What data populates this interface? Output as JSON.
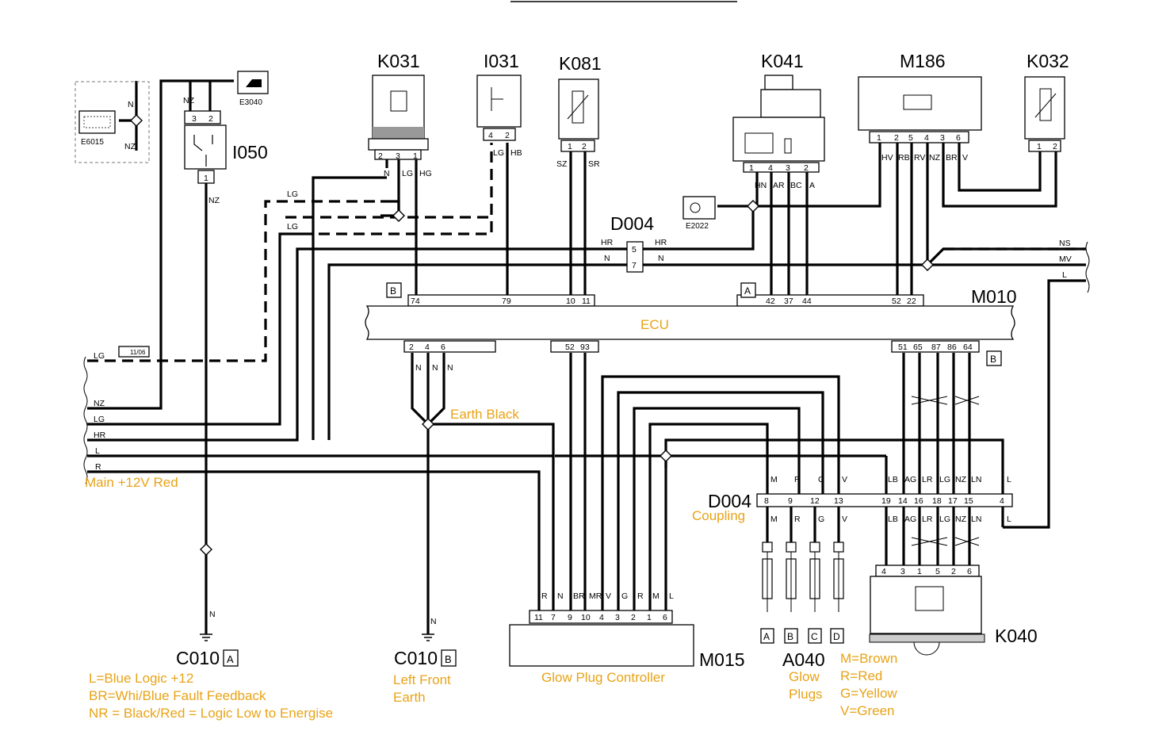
{
  "components": {
    "K031": "K031",
    "I031": "I031",
    "K081": "K081",
    "K041": "K041",
    "M186": "M186",
    "K032": "K032",
    "I050": "I050",
    "D004_top": "D004",
    "M010": "M010",
    "D004_bottom": "D004",
    "M015": "M015",
    "A040": "A040",
    "K040": "K040",
    "C010_left": "C010",
    "C010_mid": "C010",
    "E3040": "E3040",
    "E6015": "E6015",
    "E2022": "E2022"
  },
  "tags": {
    "A": "A",
    "B": "B",
    "C": "C",
    "D": "D",
    "page_ref": "11/06"
  },
  "ecu_label": "ECU",
  "annotations": {
    "earth_black": "Earth Black",
    "main_12v": "Main +12V Red",
    "coupling": "Coupling",
    "glow_plug_controller": "Glow Plug Controller",
    "left_front": "Left Front",
    "earth": "Earth",
    "glow": "Glow",
    "plugs": "Plugs",
    "legend_left": [
      "L=Blue Logic +12",
      "BR=Whi/Blue Fault Feedback",
      "NR = Black/Red = Logic Low to Energise"
    ],
    "legend_right": [
      "M=Brown",
      "R=Red",
      "G=Yellow",
      "V=Green"
    ]
  },
  "pins": {
    "ecu_top_B": [
      "74",
      "79",
      "10",
      "11"
    ],
    "ecu_top_A": [
      "42",
      "37",
      "44",
      "52",
      "22"
    ],
    "ecu_bottom_left": [
      "2",
      "4",
      "6",
      "52",
      "93"
    ],
    "ecu_bottom_right": [
      "51",
      "65",
      "87",
      "86",
      "64"
    ],
    "d004_top": [
      "5",
      "7"
    ],
    "d004_bottom": [
      "8",
      "9",
      "12",
      "13",
      "19",
      "14",
      "16",
      "18",
      "17",
      "15",
      "4"
    ],
    "m015": [
      "11",
      "7",
      "9",
      "10",
      "4",
      "3",
      "2",
      "1",
      "6"
    ],
    "k031": [
      "2",
      "3",
      "1"
    ],
    "i031": [
      "4",
      "2"
    ],
    "k081": [
      "1",
      "2"
    ],
    "k041": [
      "1",
      "4",
      "3",
      "2"
    ],
    "m186": [
      "1",
      "2",
      "5",
      "4",
      "3",
      "6"
    ],
    "k032": [
      "1",
      "2"
    ],
    "i050_top": [
      "3",
      "2"
    ],
    "i050_bottom": [
      "1"
    ],
    "k040": [
      "4",
      "3",
      "1",
      "5",
      "2",
      "6"
    ]
  },
  "wire_labels": {
    "left_bundle": [
      "LG",
      "NZ",
      "LG",
      "HR",
      "L",
      "R"
    ],
    "right_bundle": [
      "NS",
      "MV",
      "L"
    ],
    "k031": [
      "N",
      "LG",
      "HG"
    ],
    "i031": [
      "LG",
      "HB"
    ],
    "k081": [
      "SZ",
      "SR"
    ],
    "k041": [
      "HN",
      "AR",
      "BC",
      "A"
    ],
    "m186": [
      "HV",
      "RB",
      "RV",
      "NZ",
      "BR",
      "V"
    ],
    "i050": [
      "NZ",
      "NZ"
    ],
    "e6015": [
      "N",
      "NZ"
    ],
    "lg_dashed": [
      "LG",
      "LG"
    ],
    "d004_top": [
      "HR",
      "N",
      "HR",
      "N"
    ],
    "ecu_earth": [
      "N",
      "N",
      "N"
    ],
    "d004_bottom_upper": [
      "M",
      "R",
      "G",
      "V",
      "LB",
      "AG",
      "LR",
      "LG",
      "NZ",
      "LN",
      "L"
    ],
    "d004_bottom_lower": [
      "M",
      "R",
      "G",
      "V",
      "LB",
      "AG",
      "LR",
      "LG",
      "NZ",
      "LN",
      "L"
    ],
    "m015": [
      "R",
      "N",
      "BR",
      "MR",
      "V",
      "G",
      "R",
      "M",
      "L"
    ],
    "earth_n": [
      "N",
      "N"
    ]
  }
}
